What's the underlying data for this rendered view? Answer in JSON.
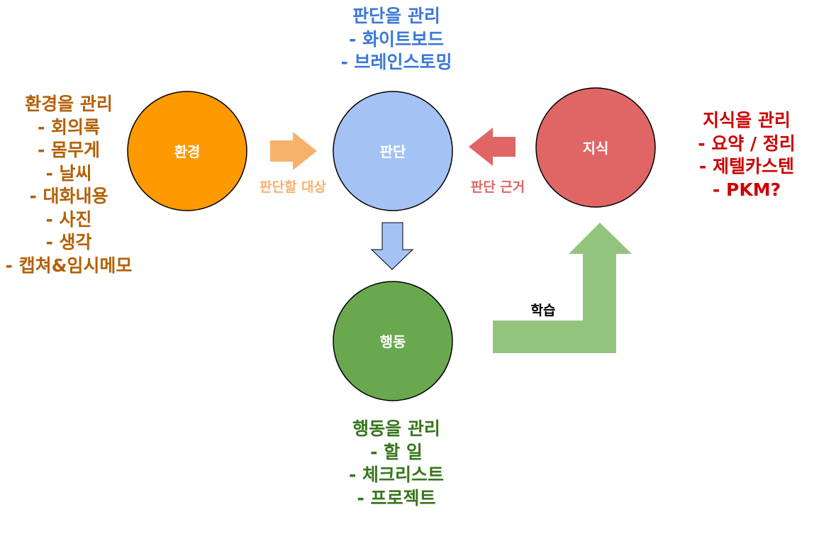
{
  "colors": {
    "environment": "#ff9900",
    "judgment": "#a4c2f4",
    "knowledge": "#e06666",
    "action": "#6aa84f",
    "env_arrow": "#f6b26b",
    "knowledge_arrow": "#e06666",
    "learn_arrow": "#93c47d",
    "env_text": "#b45f06",
    "judgment_text": "#3c78d8",
    "knowledge_text": "#cc0000",
    "action_text": "#38761d"
  },
  "nodes": {
    "environment": "환경",
    "judgment": "판단",
    "knowledge": "지식",
    "action": "행동"
  },
  "arrows": {
    "env_to_judgment_label": "판단할 대상",
    "knowledge_to_judgment_label": "판단 근거",
    "action_to_knowledge_label": "학습"
  },
  "environment_block": {
    "title": "환경을 관리",
    "items": [
      "- 회의록",
      "- 몸무게",
      "- 날씨",
      "- 대화내용",
      "- 사진",
      "- 생각",
      "- 캡쳐&임시메모"
    ]
  },
  "judgment_block": {
    "title": "판단을 관리",
    "items": [
      "- 화이트보드",
      "- 브레인스토밍"
    ]
  },
  "knowledge_block": {
    "title": "지식을 관리",
    "items": [
      "- 요약 / 정리",
      "- 제텔카스텐",
      "- PKM?"
    ]
  },
  "action_block": {
    "title": "행동을 관리",
    "items": [
      "- 할 일",
      "- 체크리스트",
      "- 프로젝트"
    ]
  }
}
